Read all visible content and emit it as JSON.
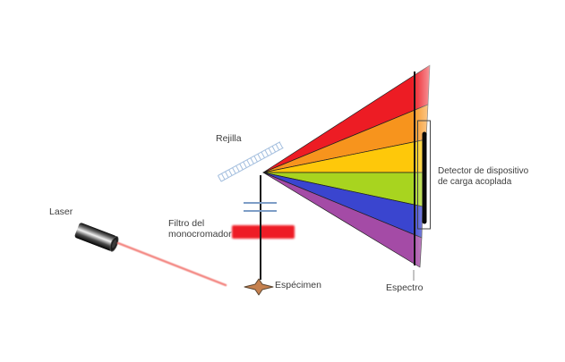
{
  "labels": {
    "laser": "Laser",
    "filter_line1": "Filtro del",
    "filter_line2": "monocromador",
    "grating": "Rejilla",
    "specimen": "Espécimen",
    "spectrum": "Espectro",
    "detector_line1": "Detector de dispositivo",
    "detector_line2": "de carga acoplada"
  },
  "colors": {
    "background": "#ffffff",
    "label_text": "#3d3d3d",
    "spectrum_bands": [
      "#ed1c24",
      "#f7941d",
      "#fec80a",
      "#a8d41f",
      "#3a45cf",
      "#a44ba6"
    ],
    "band_outline": "#1f1f1f",
    "filter_bar": "#ee1c25",
    "laser_beam": "#f3847f",
    "grating_lines": "#a3bede",
    "lens_lines": "#7d9dc6",
    "optical_line": "#1a1a1a",
    "spectrum_line": "#111111",
    "detector_bar": "#0a0a0a",
    "detector_outline": "#444444",
    "specimen_fill": "#c5804e",
    "specimen_outline": "#5a4632"
  }
}
